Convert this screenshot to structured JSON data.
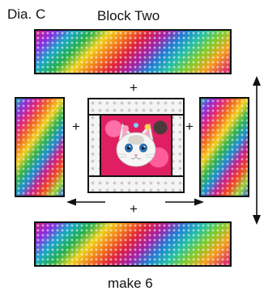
{
  "labels": {
    "diagram_label": "Dia. C",
    "title": "Block Two",
    "caption": "make 6",
    "plus": "+"
  },
  "colors": {
    "outline": "#111111",
    "kitten_background": "#e01f62",
    "center_background": "#f4f4f4"
  },
  "icons": {
    "kitten": "kitten-face-icon",
    "up_down_arrow": "up-down-arrow-icon",
    "left_arrow": "left-arrow-icon",
    "right_arrow": "right-arrow-icon"
  }
}
